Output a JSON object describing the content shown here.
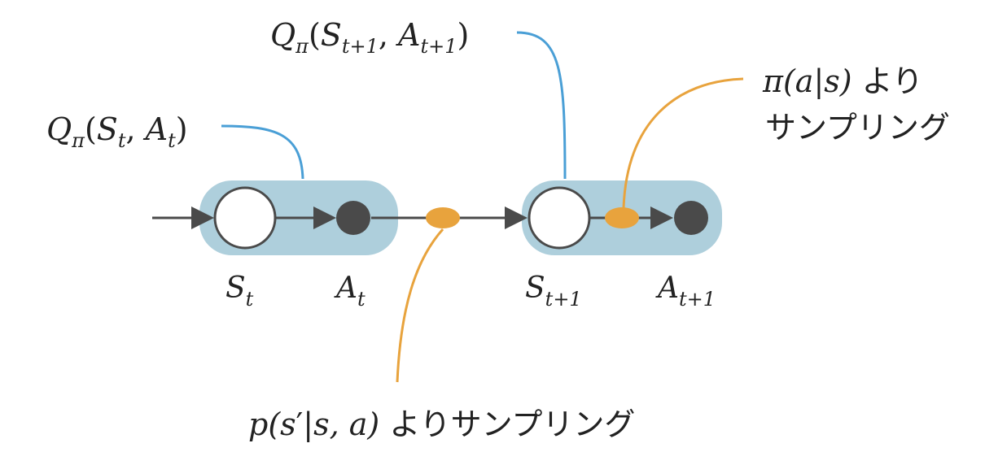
{
  "colors": {
    "group_fill": "#aecfdc",
    "arrow": "#4a4a4a",
    "action_node": "#4a4a4a",
    "state_node_fill": "#ffffff",
    "q_callout": "#4a9fd6",
    "sampling": "#e8a33d"
  },
  "nodes": {
    "s_t": {
      "base": "S",
      "sub": "t"
    },
    "a_t": {
      "base": "A",
      "sub": "t"
    },
    "s_t1": {
      "base": "S",
      "sub": "t+1"
    },
    "a_t1": {
      "base": "A",
      "sub": "t+1"
    }
  },
  "callouts": {
    "q_t": {
      "Q": "Q",
      "pi": "π",
      "open": "(",
      "S": "S",
      "t1": "t",
      "comma": ", ",
      "A": "A",
      "t2": "t",
      "close": ")"
    },
    "q_t1": {
      "Q": "Q",
      "pi": "π",
      "open": "(",
      "S": "S",
      "t1": "t+1",
      "comma": ", ",
      "A": "A",
      "t2": "t+1",
      "close": ")"
    },
    "policy": {
      "math": "π(a|s)",
      "line1_suffix": " より",
      "line2": "サンプリング"
    },
    "transition": {
      "math_p": "p(s",
      "prime": "′",
      "math_rest": "|s, a)",
      "suffix": " よりサンプリング"
    }
  }
}
